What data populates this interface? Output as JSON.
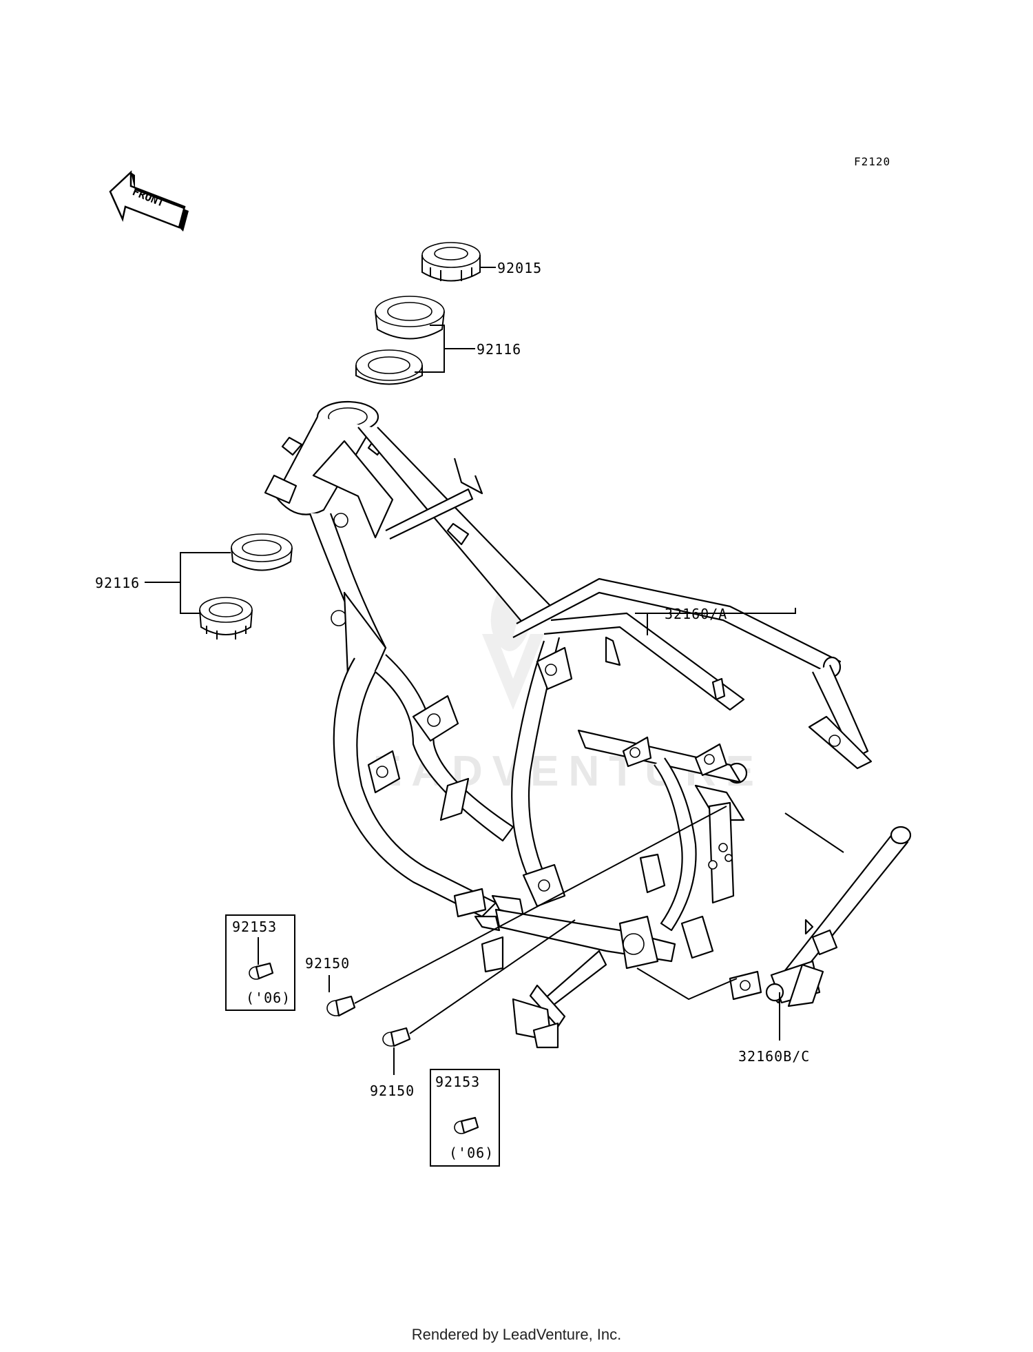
{
  "diagram_code": "F2120",
  "front_arrow_label": "FRONT",
  "watermark": "LEADVENTURE",
  "footer": "Rendered by LeadVenture, Inc.",
  "parts": {
    "steering_stem_nut": "92015",
    "upper_bearing": "92116",
    "lower_bearing": "92116",
    "frame_main": "32160/A",
    "frame_sub": "32160B/C",
    "bolt_right": "92150",
    "bolt_lower": "92150",
    "inset_left": {
      "part": "92153",
      "note": "('06)"
    },
    "inset_right": {
      "part": "92153",
      "note": "('06)"
    }
  }
}
